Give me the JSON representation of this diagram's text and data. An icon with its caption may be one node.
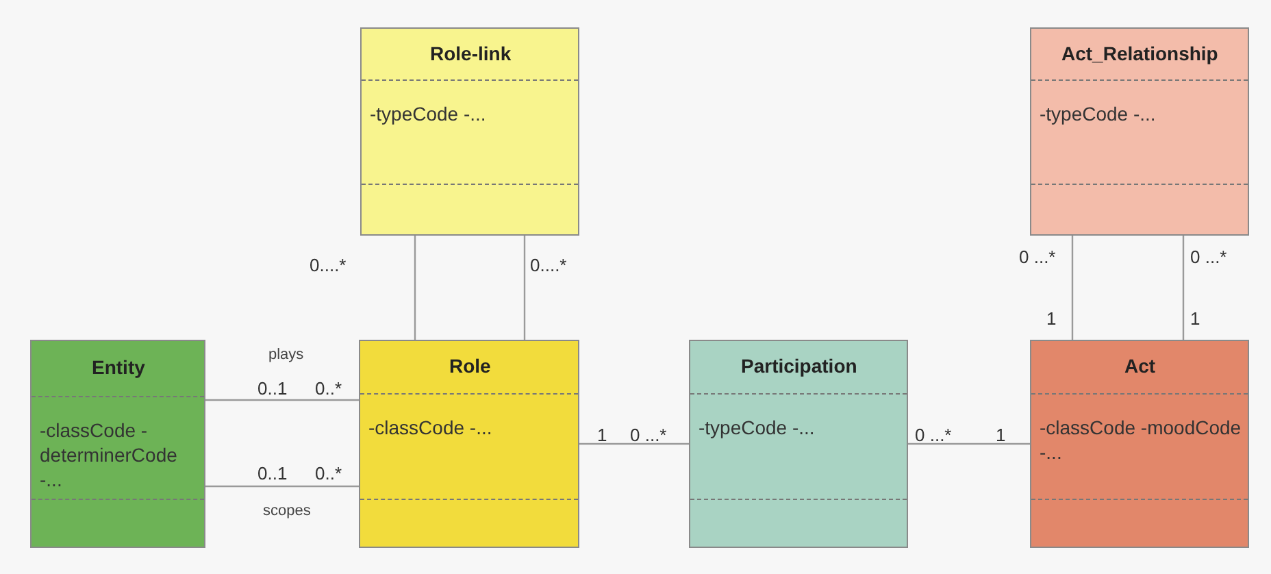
{
  "diagram": {
    "nodes": [
      {
        "text": [
          "Role-link",
          "-typeCode -..."
        ]
      },
      {
        "text": [
          "Act_Relationship",
          "-typeCode -..."
        ]
      },
      {
        "text": [
          "Entity",
          "-classCode -determinerCode -..."
        ]
      },
      {
        "text": [
          "Role",
          "-classCode -..."
        ]
      },
      {
        "text": [
          "Participation",
          "-typeCode -..."
        ]
      },
      {
        "text": [
          "Act",
          "-classCode -moodCode -..."
        ]
      }
    ],
    "edges": [
      {
        "from": 0,
        "to": 3,
        "arrow": "none"
      },
      {
        "from": 0,
        "to": 3,
        "arrow": "none"
      },
      {
        "from": 2,
        "to": 3,
        "arrow": "none",
        "label": "plays"
      },
      {
        "from": 2,
        "to": 3,
        "arrow": "none",
        "label": "scopes"
      },
      {
        "from": 3,
        "to": 4,
        "arrow": "none"
      },
      {
        "from": 4,
        "to": 5,
        "arrow": "none"
      },
      {
        "from": 1,
        "to": 5,
        "arrow": "none"
      },
      {
        "from": 1,
        "to": 5,
        "arrow": "none"
      }
    ],
    "labels": [
      "0....*",
      "0....*",
      "0 ...*",
      "0 ...*",
      "1",
      "1",
      "0..1",
      "0..*",
      "1",
      "0 ...*",
      "0 ...*",
      "1",
      "0..1",
      "0..*"
    ]
  }
}
